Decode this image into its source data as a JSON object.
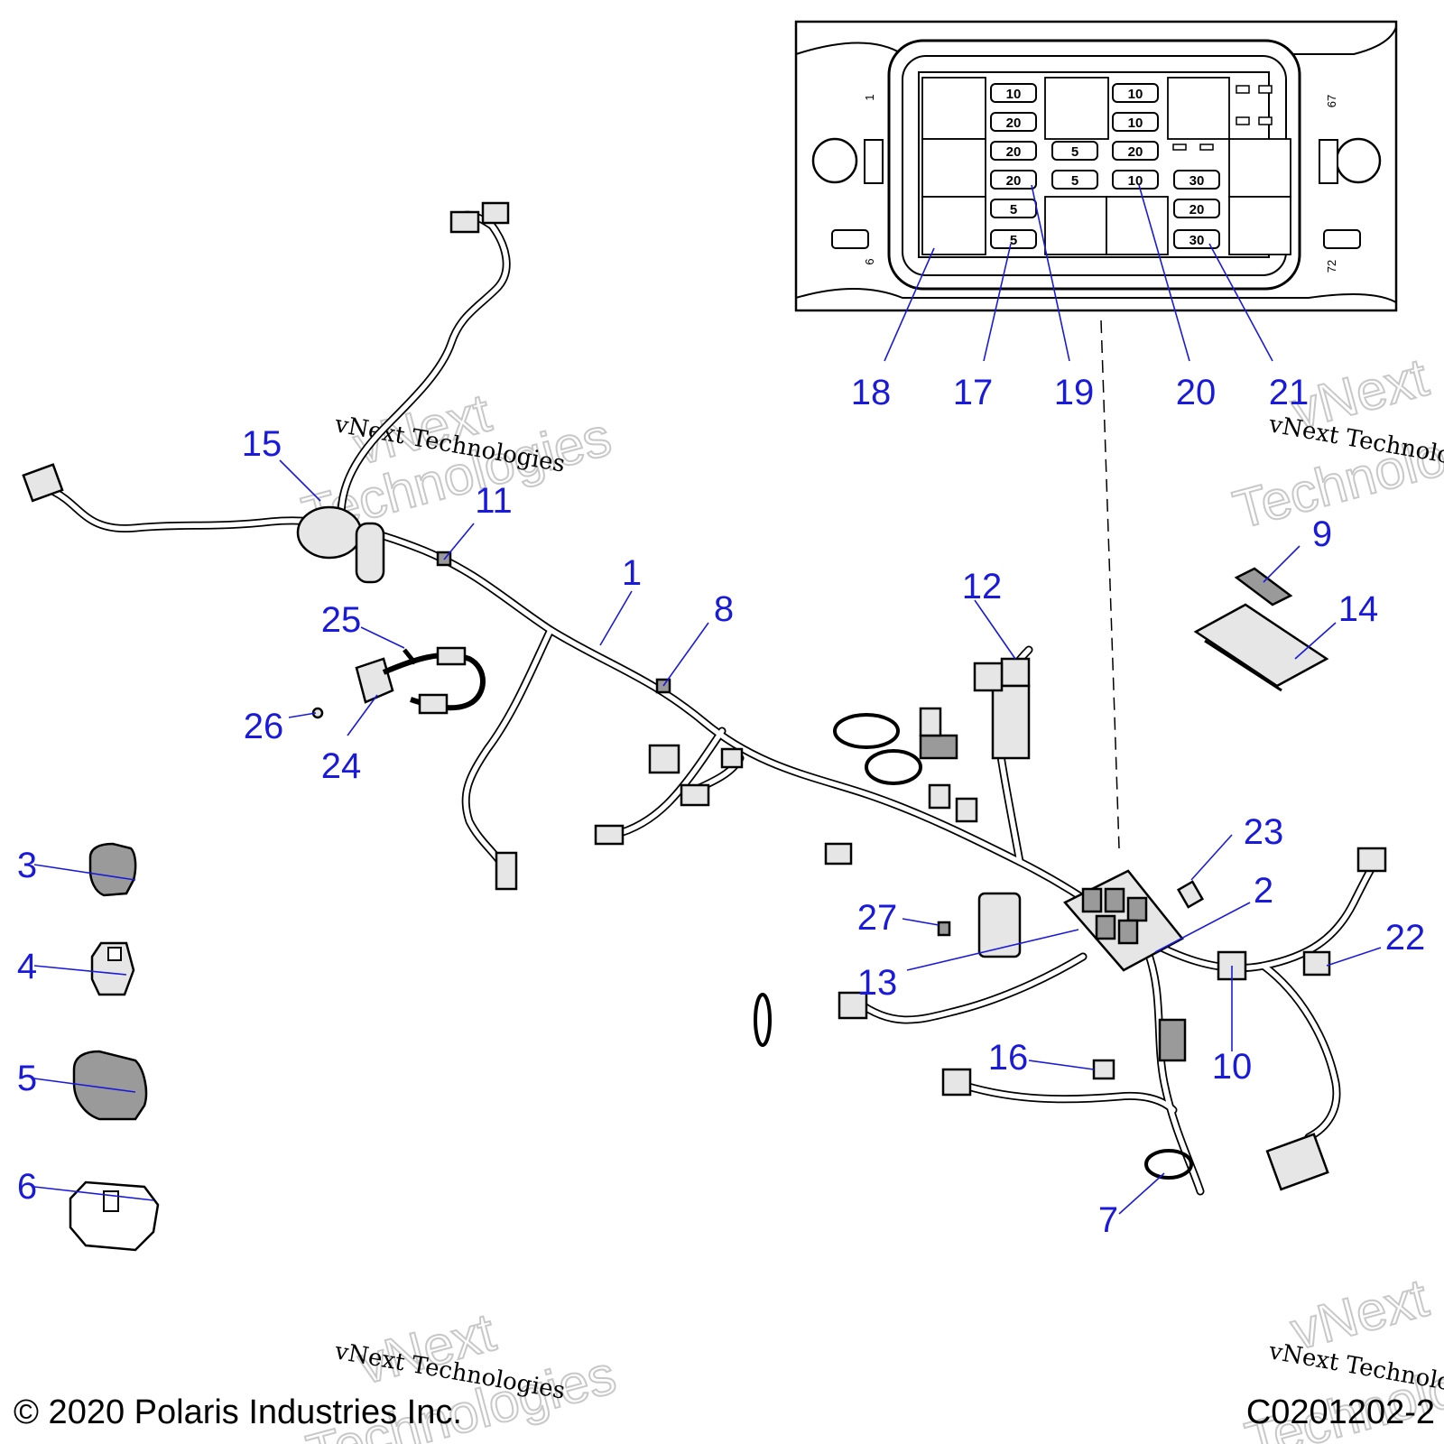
{
  "callouts": [
    {
      "id": "c1",
      "label": "1"
    },
    {
      "id": "c2",
      "label": "2"
    },
    {
      "id": "c3",
      "label": "3"
    },
    {
      "id": "c4",
      "label": "4"
    },
    {
      "id": "c5",
      "label": "5"
    },
    {
      "id": "c6",
      "label": "6"
    },
    {
      "id": "c7",
      "label": "7"
    },
    {
      "id": "c8",
      "label": "8"
    },
    {
      "id": "c9",
      "label": "9"
    },
    {
      "id": "c10",
      "label": "10"
    },
    {
      "id": "c11",
      "label": "11"
    },
    {
      "id": "c12",
      "label": "12"
    },
    {
      "id": "c13",
      "label": "13"
    },
    {
      "id": "c14",
      "label": "14"
    },
    {
      "id": "c15",
      "label": "15"
    },
    {
      "id": "c16",
      "label": "16"
    },
    {
      "id": "c17",
      "label": "17"
    },
    {
      "id": "c18",
      "label": "18"
    },
    {
      "id": "c19",
      "label": "19"
    },
    {
      "id": "c20",
      "label": "20"
    },
    {
      "id": "c21",
      "label": "21"
    },
    {
      "id": "c22",
      "label": "22"
    },
    {
      "id": "c23",
      "label": "23"
    },
    {
      "id": "c24",
      "label": "24"
    },
    {
      "id": "c25",
      "label": "25"
    },
    {
      "id": "c26",
      "label": "26"
    },
    {
      "id": "c27",
      "label": "27"
    }
  ],
  "fuses": {
    "col1": [
      "10",
      "20",
      "20",
      "20",
      "5",
      "5"
    ],
    "col2": [
      "5",
      "5"
    ],
    "col3": [
      "10",
      "10",
      "20",
      "10"
    ],
    "col4": [
      "30",
      "20",
      "30"
    ]
  },
  "pin_labels": {
    "top_left": "1",
    "bottom_left": "6",
    "top_right": "67",
    "bottom_right": "72"
  },
  "watermarks": {
    "brand": "vNext Technologies",
    "big_top": "vNext",
    "big_bottom": "Technologies"
  },
  "footer": {
    "copyright": "© 2020 Polaris Industries Inc.",
    "figure_code": "C0201202-2"
  },
  "colors": {
    "callout": "#1a1adb",
    "line": "#000000"
  }
}
